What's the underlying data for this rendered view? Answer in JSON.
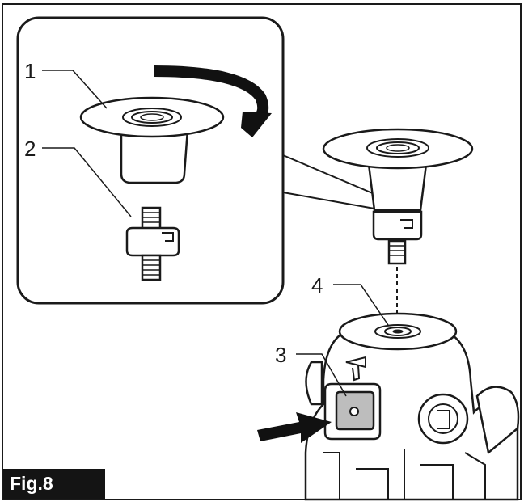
{
  "figure": {
    "label": "Fig.8",
    "callouts": {
      "c1": "1",
      "c2": "2",
      "c3": "3",
      "c4": "4"
    }
  },
  "icons": {
    "rotation_arrow": "curved-arrow-icon",
    "push_arrow": "arrow-right-icon"
  },
  "colors": {
    "line": "#1a1a1a",
    "fill": "#ffffff",
    "shadow": "#cfcfcf",
    "label_bg": "#141414"
  }
}
